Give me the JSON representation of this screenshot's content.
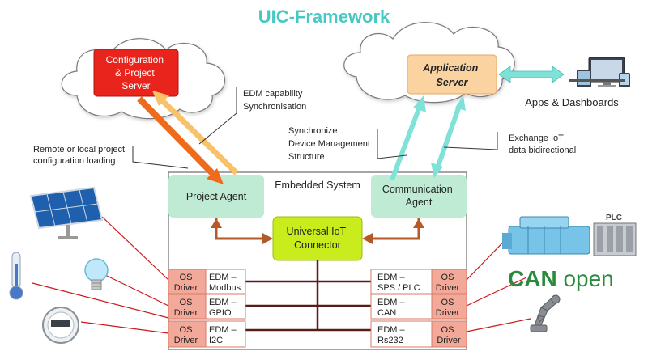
{
  "title": "UIC-Framework",
  "config_server": {
    "line1": "Configuration",
    "line2": "& Project",
    "line3": "Server"
  },
  "app_server": {
    "line1": "Application",
    "line2": "Server"
  },
  "apps_label": "Apps & Dashboards",
  "apps_icon": "devices-icon",
  "notes": {
    "edm_capability": {
      "line1": "EDM capability",
      "line2": "Synchronisation"
    },
    "remote_config": {
      "line1": "Remote or local project",
      "line2": "configuration loading"
    },
    "sync_device": {
      "line1": "Synchronize",
      "line2": "Device Management",
      "line3": "Structure"
    },
    "exchange_iot": {
      "line1": "Exchange IoT",
      "line2": "data bidirectional"
    }
  },
  "embedded_system": "Embedded System",
  "project_agent": "Project Agent",
  "communication_agent": {
    "line1": "Communication",
    "line2": "Agent"
  },
  "connector": {
    "line1": "Universal IoT",
    "line2": "Connector"
  },
  "left_drivers": [
    {
      "os1": "OS",
      "os2": "Driver",
      "edm1": "EDM –",
      "edm2": "Modbus"
    },
    {
      "os1": "OS",
      "os2": "Driver",
      "edm1": "EDM –",
      "edm2": "GPIO"
    },
    {
      "os1": "OS",
      "os2": "Driver",
      "edm1": "EDM –",
      "edm2": "I2C"
    }
  ],
  "right_drivers": [
    {
      "os1": "OS",
      "os2": "Driver",
      "edm1": "EDM –",
      "edm2": "SPS / PLC"
    },
    {
      "os1": "OS",
      "os2": "Driver",
      "edm1": "EDM –",
      "edm2": "CAN"
    },
    {
      "os1": "OS",
      "os2": "Driver",
      "edm1": "EDM –",
      "edm2": "Rs232"
    }
  ],
  "devices_left": [
    "solar-panel-icon",
    "thermometer-icon",
    "light-bulb-icon",
    "power-meter-icon"
  ],
  "devices_right": [
    "engine-icon",
    "robot-arm-icon"
  ],
  "plc_label": "PLC",
  "canopen": {
    "part1": "CAN",
    "part2": "open"
  },
  "colors": {
    "title": "#49c8c3",
    "config_server": "#e8241c",
    "app_server": "#fbd3a0",
    "agent": "#bfead3",
    "connector": "#c8ec1c",
    "driver_os": "#f2a99a",
    "driver_edm": "#ffffff",
    "orange_arrow": "#f06a1c",
    "yellow_arrow": "#f8c26a",
    "teal_arrow": "#7ee2d8",
    "brown_arrow": "#b35a28",
    "red_line": "#c8191d",
    "canopen": "#2b8a3e"
  }
}
